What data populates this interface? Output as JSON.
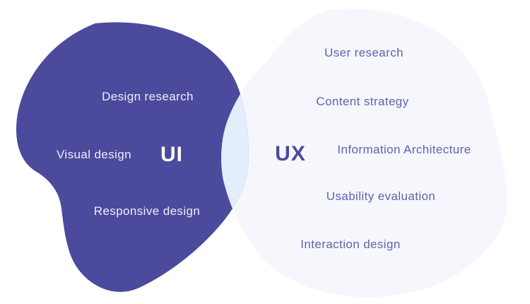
{
  "venn": {
    "background_color": "#ffffff",
    "overlap_color": "#e4edfc",
    "ui": {
      "label": "UI",
      "blob_color": "#4c4a9c",
      "title_color": "#ffffff",
      "item_text_color": "#eeeef7",
      "items": [
        "Design research",
        "Visual design",
        "Responsive design"
      ]
    },
    "ux": {
      "label": "UX",
      "blob_color": "#f5f7fd",
      "title_color": "#4b4a9d",
      "item_text_color": "#6361ae",
      "items": [
        "User research",
        "Content strategy",
        "Information Architecture",
        "Usability evaluation",
        "Interaction design"
      ]
    }
  }
}
